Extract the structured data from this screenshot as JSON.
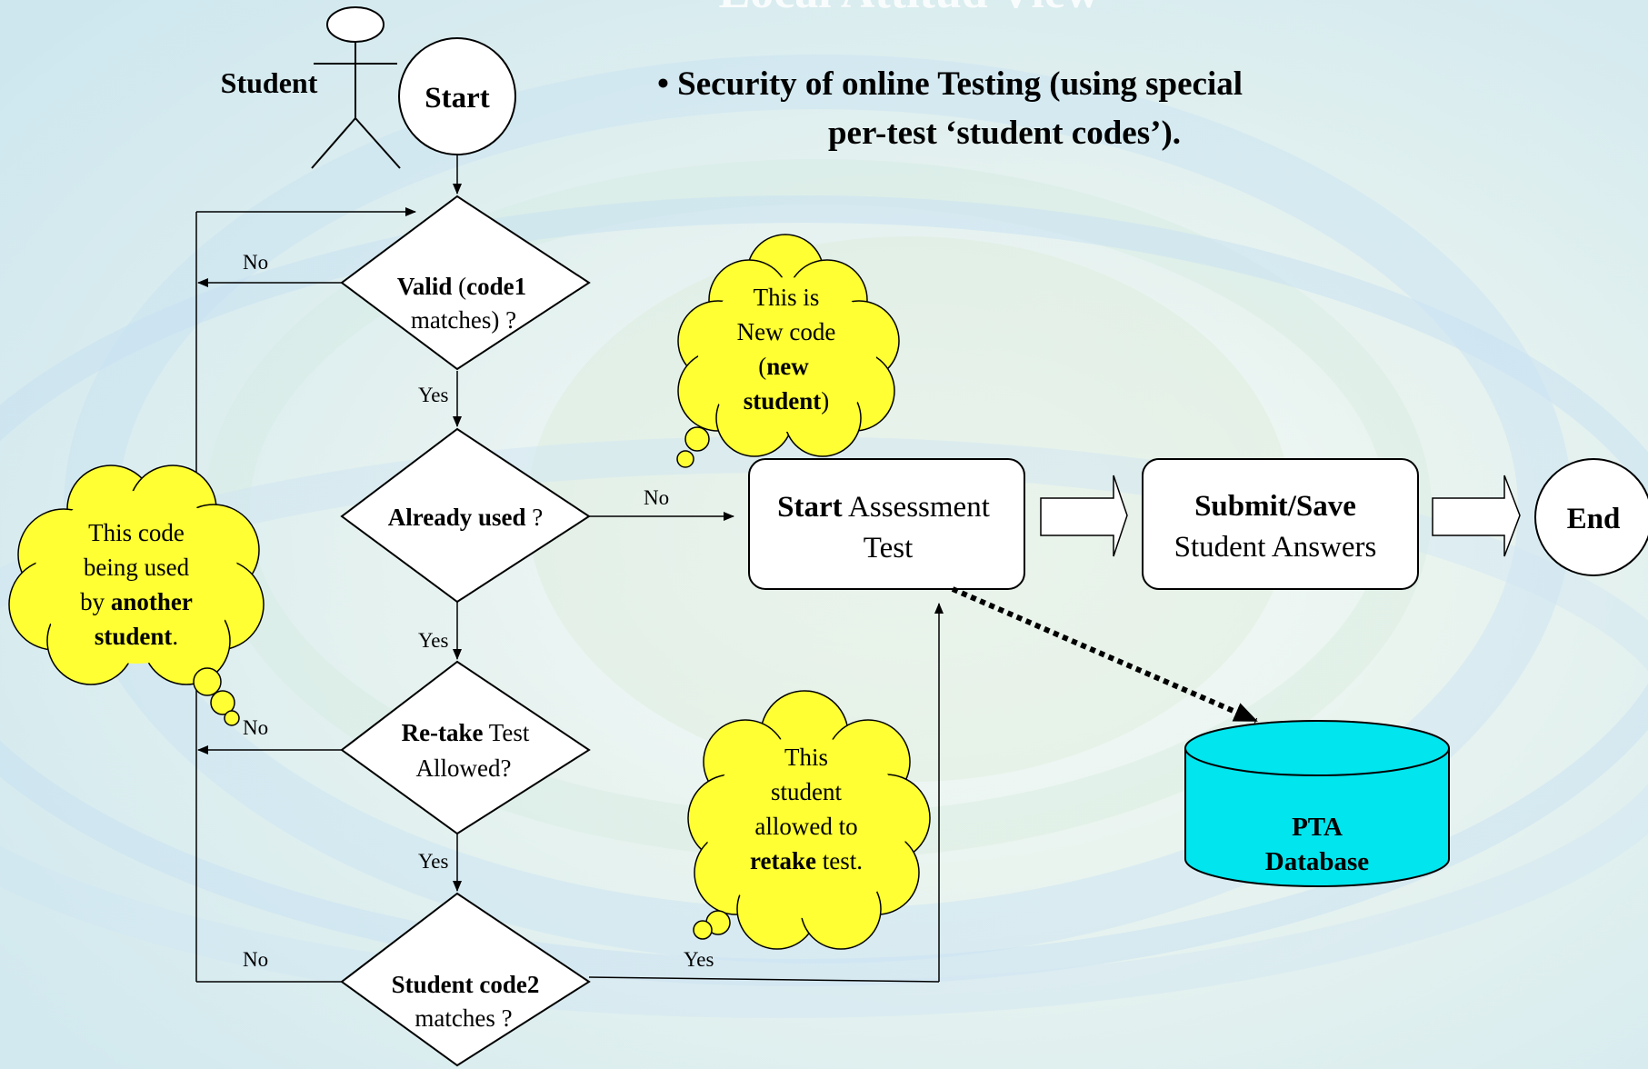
{
  "slide": {
    "title_fragment": "Local Attitud View",
    "bullet_line1": "• Security of online Testing (using special",
    "bullet_line2": "per-test ‘student codes’)."
  },
  "actor": {
    "label": "Student"
  },
  "nodes": {
    "start": "Start",
    "valid": {
      "b1": "Valid",
      "n1": " (",
      "b2": "code1",
      "line2": "matches) ?"
    },
    "already_used": {
      "b": "Already used",
      "n": " ?"
    },
    "retake": {
      "b": "Re-take",
      "n": " Test",
      "line2": "Allowed?"
    },
    "code2": {
      "line1": "Student code2",
      "line2": "matches ?"
    },
    "start_test": {
      "b": "Start",
      "n": " Assessment",
      "line2": "Test"
    },
    "submit": {
      "line1": "Submit/Save",
      "line2": "Student Answers"
    },
    "end": "End",
    "database": {
      "line1": "PTA",
      "line2": "Database"
    }
  },
  "edge_labels": {
    "no_valid": "No",
    "yes_valid": "Yes",
    "no_used": "No",
    "yes_used": "Yes",
    "no_retake": "No",
    "yes_retake": "Yes",
    "no_code2": "No",
    "yes_code2": "Yes"
  },
  "callouts": {
    "new_code": {
      "l1": "This is",
      "l2": "New code",
      "l3a": "(",
      "l3b": "new",
      "l4a": "student",
      "l4b": ")"
    },
    "another": {
      "l1": "This code",
      "l2": "being used",
      "l3a": "by ",
      "l3b": "another",
      "l4a": "student",
      "l4b": "."
    },
    "retake": {
      "l1": "This",
      "l2": "student",
      "l3": "allowed to",
      "l4a": "retake",
      "l4b": " test."
    }
  },
  "colors": {
    "callout_fill": "#ffff33",
    "database_fill": "#00e5ee",
    "background": "#e9f3ee"
  }
}
